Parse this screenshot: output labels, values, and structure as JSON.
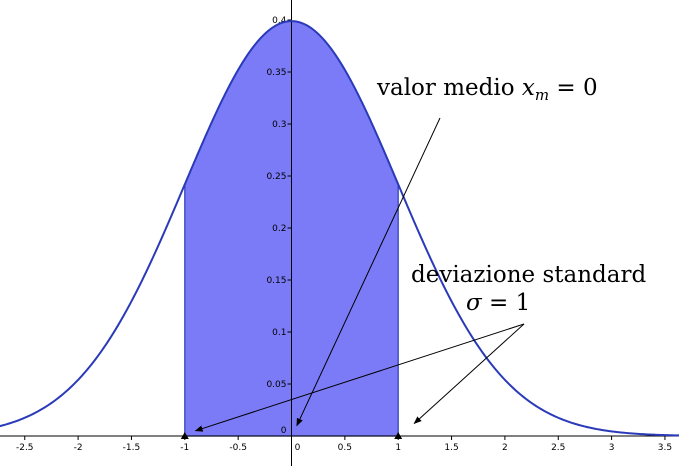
{
  "chart_data": {
    "type": "area",
    "title": "",
    "xlabel": "",
    "ylabel": "",
    "xlim": [
      -2.8,
      3.65
    ],
    "ylim": [
      -0.03,
      0.405
    ],
    "grid": false,
    "function": "normal probability density",
    "mean": 0,
    "std_dev": 1,
    "shaded_interval": [
      -1,
      1
    ],
    "x_ticks": [
      -2.5,
      -2,
      -1.5,
      -1,
      -0.5,
      0,
      0.5,
      1,
      1.5,
      2,
      2.5,
      3,
      3.5
    ],
    "x_tick_labels": [
      "-2.5",
      "-2",
      "-1.5",
      "-1",
      "-0.5",
      "0",
      "0.5",
      "1",
      "1.5",
      "2",
      "2.5",
      "3",
      "3.5"
    ],
    "y_ticks": [
      0,
      0.05,
      0.1,
      0.15,
      0.2,
      0.25,
      0.3,
      0.35,
      0.4
    ],
    "y_tick_labels": [
      "0",
      "0.05",
      "0.1",
      "0.15",
      "0.2",
      "0.25",
      "0.3",
      "0.35",
      "0.4"
    ],
    "points": [
      {
        "x": -1,
        "y": 0
      },
      {
        "x": 1,
        "y": 0
      }
    ],
    "annotations": [
      {
        "text_prefix": "valor medio ",
        "math_var": "x",
        "math_sub": "m",
        "math_rest": " = 0",
        "arrows_to": [
          {
            "x": 0.05,
            "y": 0.01
          }
        ]
      },
      {
        "line1": "deviazione standard",
        "math_var": "σ",
        "math_rest": " = 1",
        "arrows_to": [
          {
            "x": -0.9,
            "y": 0.005
          },
          {
            "x": 1.15,
            "y": 0.012
          }
        ]
      }
    ],
    "colors": {
      "curve": "#2a3ab8",
      "fill": "#7b7bf7",
      "axis": "#000000",
      "tick_label": "#000000",
      "arrow": "#000000"
    }
  }
}
